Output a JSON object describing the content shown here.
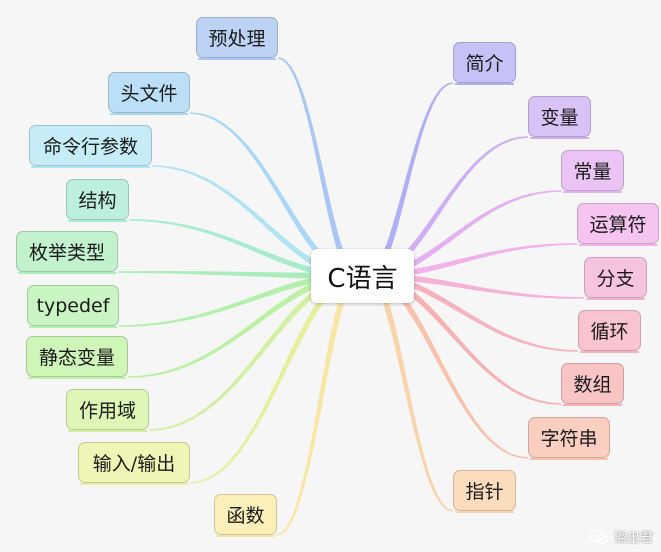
{
  "center": {
    "label": "C语言"
  },
  "nodes": [
    {
      "id": "yuchuli",
      "label": "预处理",
      "color": "#bcd3f6"
    },
    {
      "id": "toufile",
      "label": "头文件",
      "color": "#bcdff8"
    },
    {
      "id": "mingling",
      "label": "命令行参数",
      "color": "#c5ecf7"
    },
    {
      "id": "jiegou",
      "label": "结构",
      "color": "#bdf0dc"
    },
    {
      "id": "meiju",
      "label": "枚举类型",
      "color": "#c2f2cd"
    },
    {
      "id": "typedef",
      "label": "typedef",
      "color": "#c8f5c2"
    },
    {
      "id": "jingtai",
      "label": "静态变量",
      "color": "#cef6b8"
    },
    {
      "id": "zuoyong",
      "label": "作用域",
      "color": "#def6b6"
    },
    {
      "id": "shuru",
      "label": "输入/输出",
      "color": "#eff6b5"
    },
    {
      "id": "hanshu",
      "label": "函数",
      "color": "#fbf0b9"
    },
    {
      "id": "jianjie",
      "label": "简介",
      "color": "#c5c3f6"
    },
    {
      "id": "bianliang",
      "label": "变量",
      "color": "#d9c3f6"
    },
    {
      "id": "changliang",
      "label": "常量",
      "color": "#ebc3f4"
    },
    {
      "id": "yunsuan",
      "label": "运算符",
      "color": "#f5c4ef"
    },
    {
      "id": "fenzhi",
      "label": "分支",
      "color": "#f7c4e0"
    },
    {
      "id": "xunhuan",
      "label": "循环",
      "color": "#f8c4cf"
    },
    {
      "id": "shuzu",
      "label": "数组",
      "color": "#f8c4c4"
    },
    {
      "id": "zifu",
      "label": "字符串",
      "color": "#fbcfc0"
    },
    {
      "id": "zhizhen",
      "label": "指针",
      "color": "#fbdcbd"
    }
  ],
  "link_colors": {
    "yuchuli": "#a9c6f4",
    "toufile": "#abd7f7",
    "mingling": "#b0e3f4",
    "jiegou": "#a8ebcf",
    "meiju": "#a9edbc",
    "typedef": "#b2f0ac",
    "jingtai": "#bdf0a4",
    "zuoyong": "#d3efa1",
    "shuru": "#e7ef9e",
    "hanshu": "#f7e6a4",
    "jianjie": "#b1aff3",
    "bianliang": "#cdb0f3",
    "changliang": "#e3b0f1",
    "yunsuan": "#f2b1ea",
    "fenzhi": "#f5b2d5",
    "xunhuan": "#f6b2c0",
    "shuzu": "#f6b2b2",
    "zifu": "#f9c2ad",
    "zhizhen": "#f9d4ab"
  },
  "watermark": {
    "label": "溢出君",
    "icon": "wechat-icon"
  }
}
